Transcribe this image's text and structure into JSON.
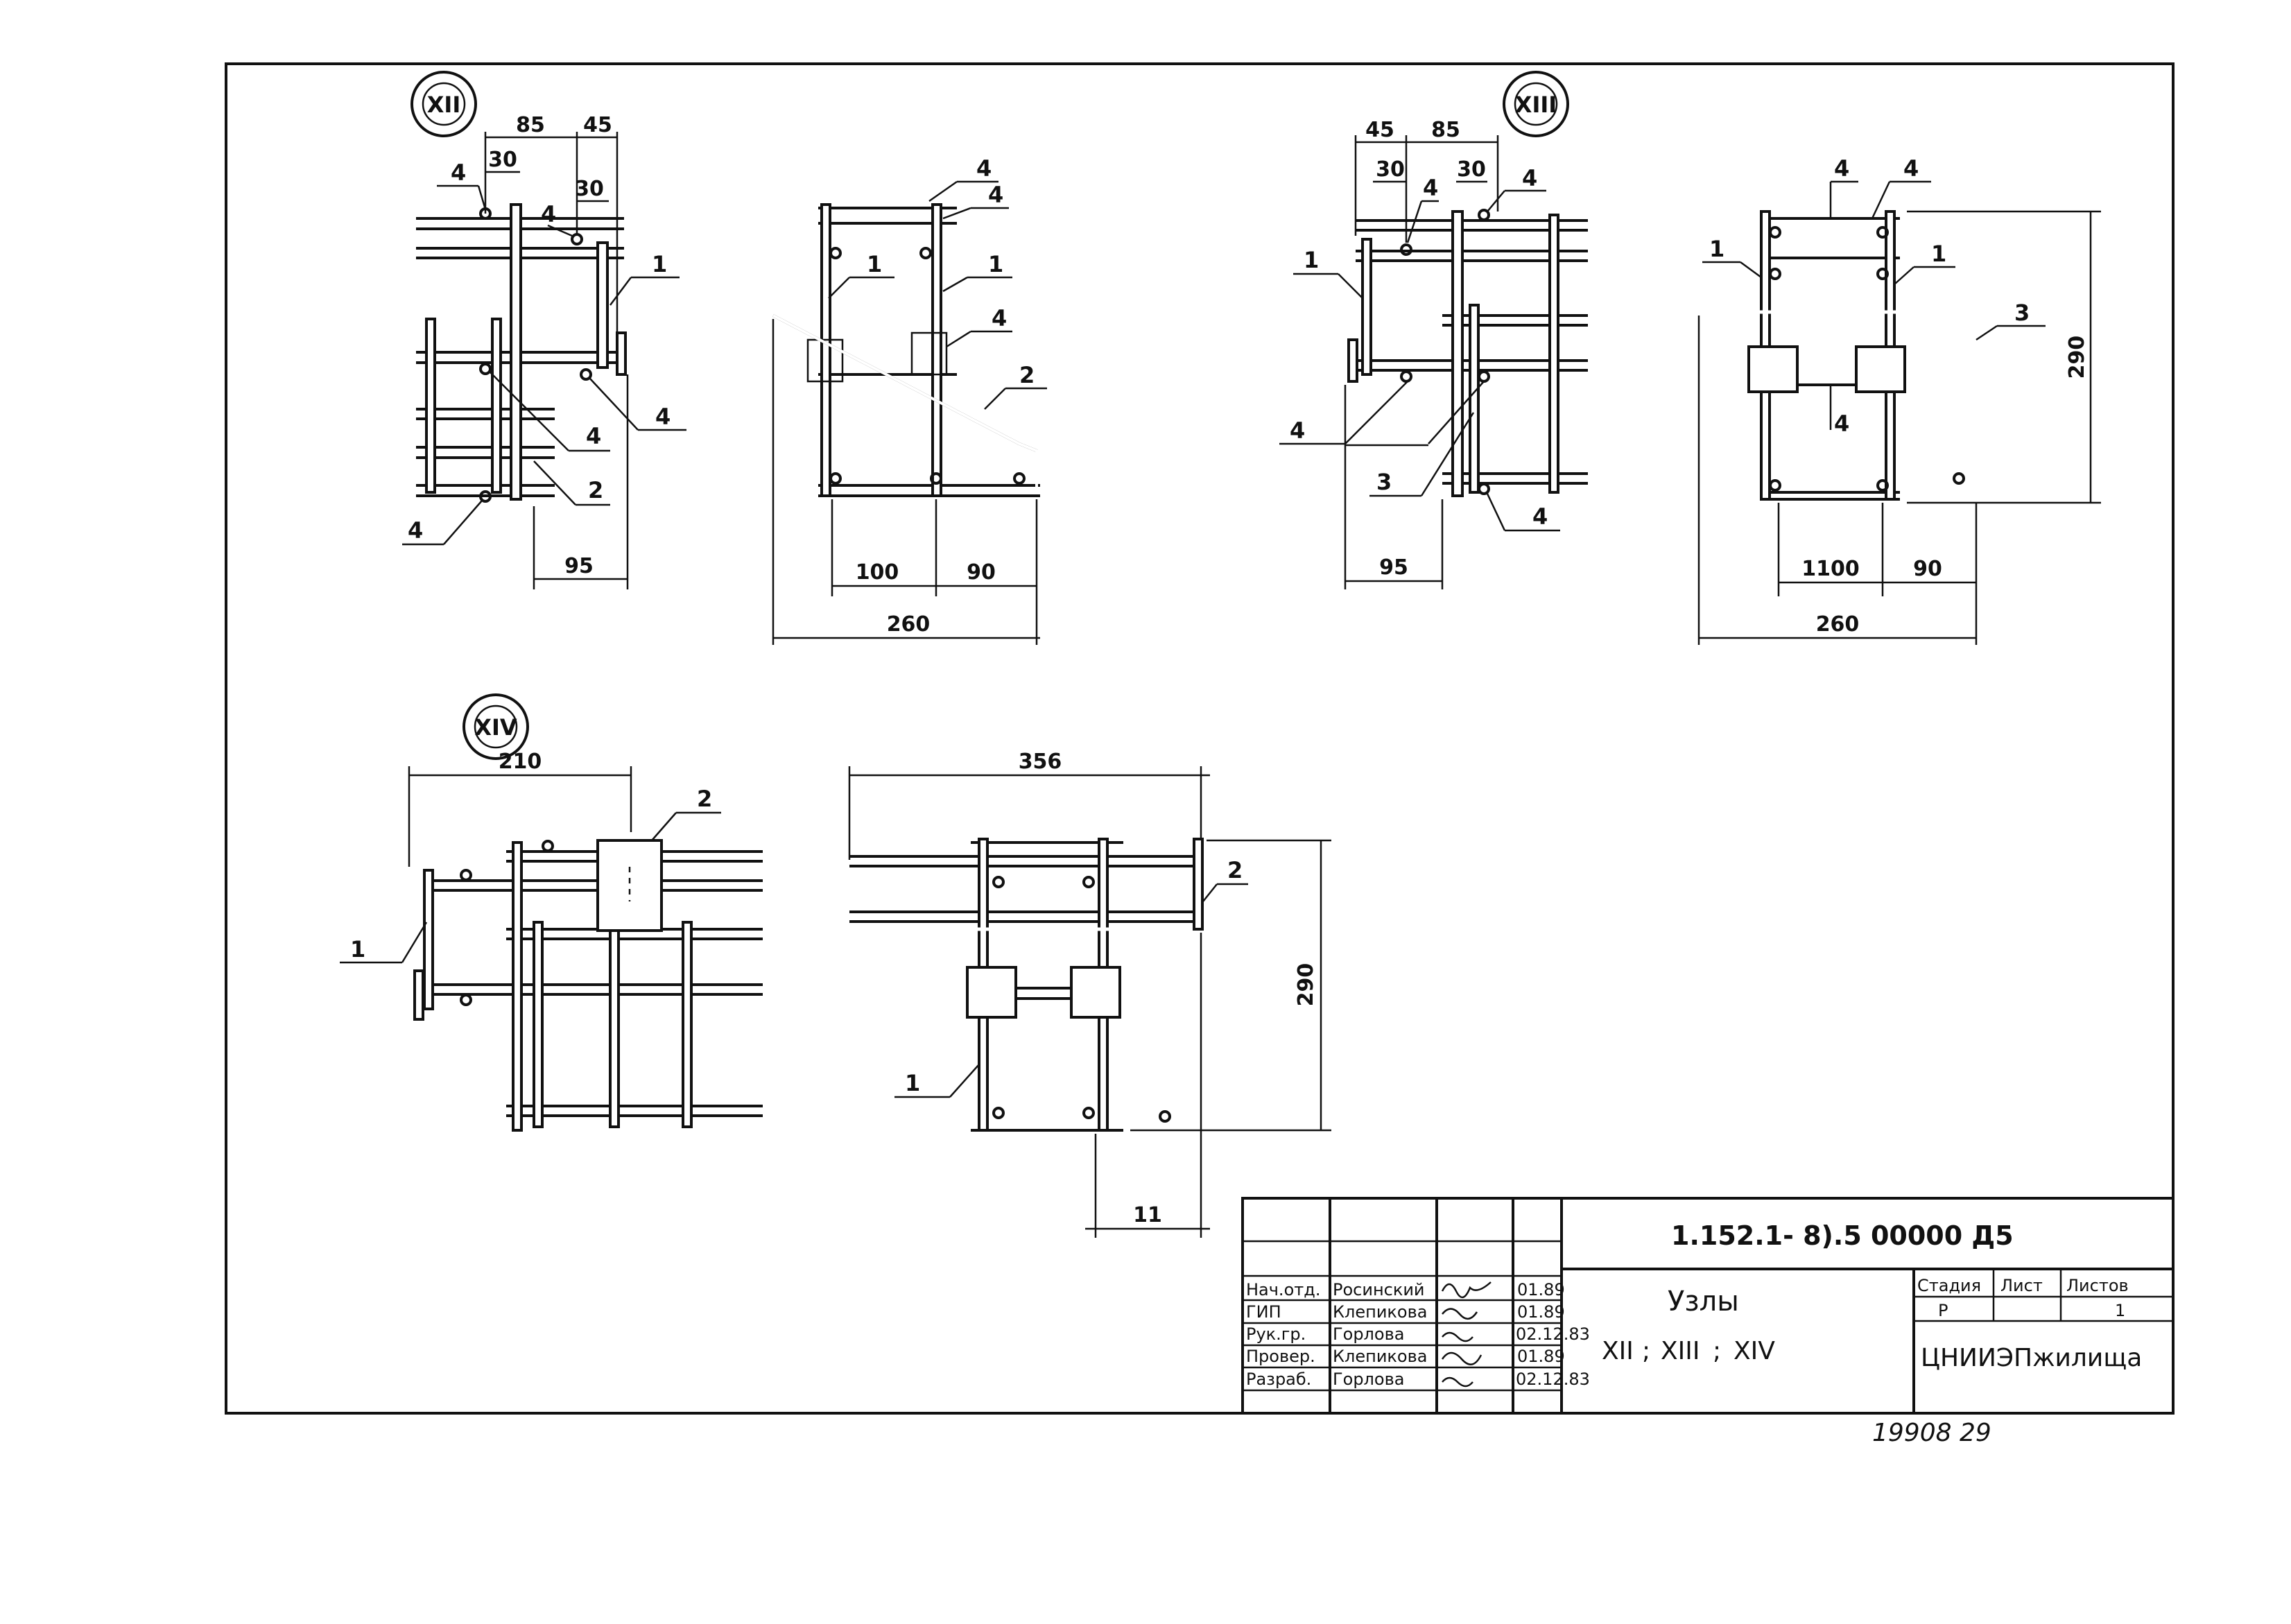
{
  "nodes": {
    "n12": {
      "mark": "XII",
      "dims": {
        "d85": "85",
        "d45": "45",
        "d30a": "30",
        "d30b": "30",
        "d95": "95"
      }
    },
    "n12b": {
      "dims": {
        "d100": "100",
        "d90": "90",
        "d260": "260"
      }
    },
    "n13": {
      "mark": "XIII",
      "dims": {
        "d45": "45",
        "d85": "85",
        "d30a": "30",
        "d30b": "30",
        "d95": "95"
      }
    },
    "n13b": {
      "dims": {
        "d1100": "1100",
        "d90": "90",
        "d260": "260",
        "d290": "290"
      }
    },
    "n14": {
      "mark": "XIV",
      "dims": {
        "d210": "210"
      }
    },
    "n14b": {
      "dims": {
        "d356": "356",
        "d290": "290",
        "d11": "11"
      }
    }
  },
  "leaders": {
    "one": "1",
    "two": "2",
    "three": "3",
    "four": "4"
  },
  "title_block": {
    "doc_code": "1.152.1- 8).5   00000 Д5",
    "sheet_title": "Узлы",
    "nodes_list": [
      "XII",
      "XIII",
      "XIV"
    ],
    "stage_header": "Стадия",
    "sheet_header": "Лист",
    "sheets_header": "Листов",
    "stage": "Р",
    "sheets_total": "1",
    "org": "ЦНИИЭПжилища",
    "rows": [
      {
        "role": "Нач.отд.",
        "name": "Росинский",
        "date": "01.89"
      },
      {
        "role": "ГИП",
        "name": "Клепикова",
        "date": "01.89"
      },
      {
        "role": "Рук.гр.",
        "name": "Горлова",
        "date": "02.12.83"
      },
      {
        "role": "Провер.",
        "name": "Клепикова",
        "date": "01.89"
      },
      {
        "role": "Разраб.",
        "name": "Горлова",
        "date": "02.12.83"
      }
    ]
  },
  "archive_number": "19908  29"
}
